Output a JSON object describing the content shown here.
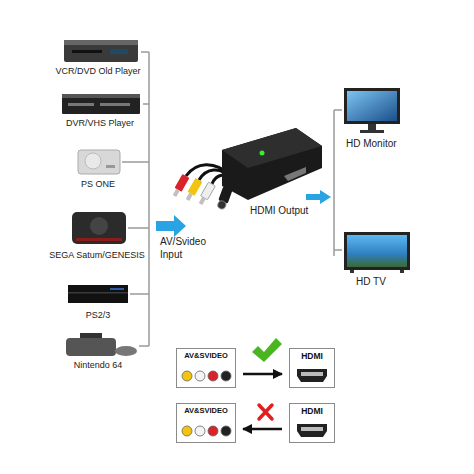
{
  "diagram": {
    "nodes": [
      {
        "text": [
          "VCR/DVD Old Player"
        ]
      },
      {
        "text": [
          "DVR/VHS Player"
        ]
      },
      {
        "text": [
          "PS ONE"
        ]
      },
      {
        "text": [
          "SEGA Satum/GENESIS"
        ]
      },
      {
        "text": [
          "PS2/3"
        ]
      },
      {
        "text": [
          "Nintendo 64"
        ]
      },
      {
        "text": [
          "HD Monitor"
        ]
      },
      {
        "text": [
          "HD TV"
        ]
      },
      {
        "text": [
          "AV&SVIDEO"
        ]
      },
      {
        "text": [
          "HDMI"
        ]
      },
      {
        "text": [
          "AV&SVIDEO"
        ]
      },
      {
        "text": [
          "HDMI"
        ]
      }
    ],
    "edges": [
      {
        "from": 8,
        "to": 9,
        "arrow": "to"
      },
      {
        "from": 11,
        "to": 10,
        "arrow": "to"
      }
    ],
    "labels": [
      "AV/Svideo Input",
      "HDMI Output"
    ]
  }
}
